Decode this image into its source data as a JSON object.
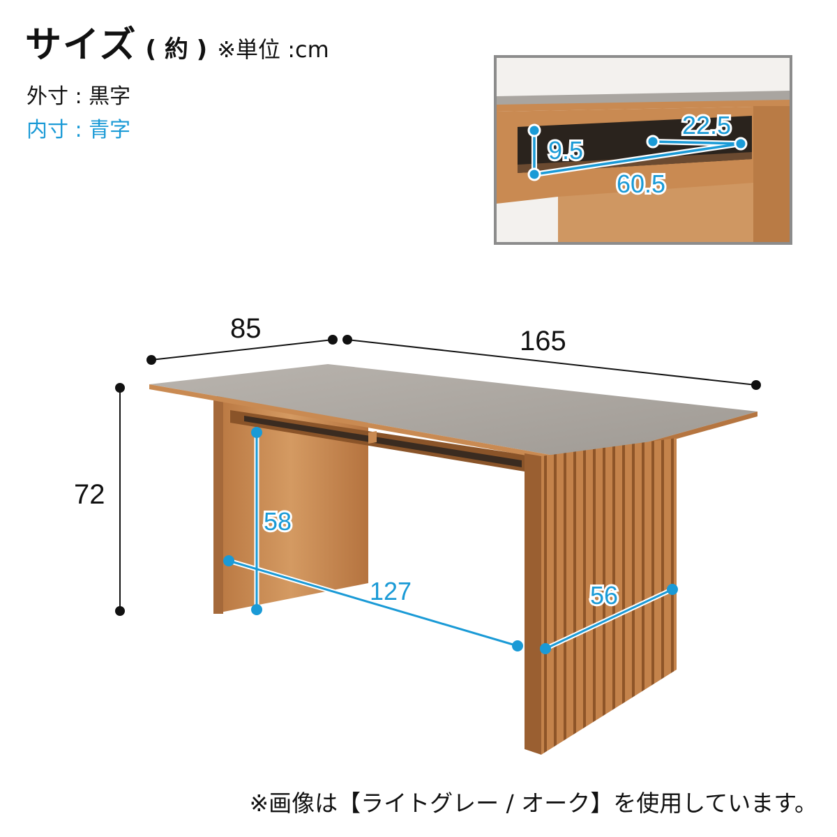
{
  "header": {
    "title": "サイズ",
    "approx": "( 約 )",
    "unit_note": "※単位 :cm"
  },
  "legend": {
    "outer": "外寸 : 黒字",
    "inner": "内寸 : 青字"
  },
  "inset": {
    "dims": {
      "height": "9.5",
      "depth": "22.5",
      "width": "60.5"
    }
  },
  "main": {
    "outer_dims": {
      "depth": "85",
      "width": "165",
      "height": "72"
    },
    "inner_dims": {
      "leg_clearance_height": "58",
      "leg_span": "127",
      "leg_width": "56"
    }
  },
  "footer": {
    "note": "※画像は【ライトグレー / オーク】を使用しています。"
  },
  "colors": {
    "outer_text": "#111111",
    "inner_text": "#1a9ad6",
    "oak": "#c98a52",
    "top_gray": "#a8a39d",
    "frame": "#8c8c8c"
  }
}
